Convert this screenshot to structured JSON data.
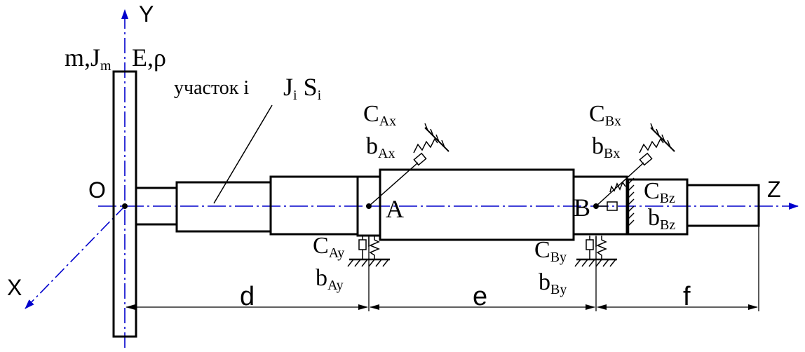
{
  "figure": {
    "axes": {
      "y": "Y",
      "x": "X",
      "z": "Z",
      "origin": "O"
    },
    "disk": {
      "mass_inertia": {
        "main": "m,J",
        "sub": "m"
      },
      "material": "E,ρ"
    },
    "section": {
      "text": "участок i",
      "J": {
        "main": "J",
        "sub": "i"
      },
      "S": {
        "main": "S",
        "sub": "i"
      }
    },
    "supports": {
      "A": {
        "name": "A",
        "cx": {
          "main": "C",
          "sub": "Ax"
        },
        "bx": {
          "main": "b",
          "sub": "Ax"
        },
        "cy": {
          "main": "C",
          "sub": "Ay"
        },
        "by": {
          "main": "b",
          "sub": "Ay"
        }
      },
      "B": {
        "name": "B",
        "cx": {
          "main": "C",
          "sub": "Bx"
        },
        "bx": {
          "main": "b",
          "sub": "Bx"
        },
        "cy": {
          "main": "C",
          "sub": "By"
        },
        "by": {
          "main": "b",
          "sub": "By"
        },
        "cz": {
          "main": "C",
          "sub": "Bz"
        },
        "bz": {
          "main": "b",
          "sub": "Bz"
        }
      }
    },
    "dimensions": {
      "d": "d",
      "e": "e",
      "f": "f"
    },
    "colors": {
      "line": "#000000",
      "axis": "#0000cc"
    }
  }
}
